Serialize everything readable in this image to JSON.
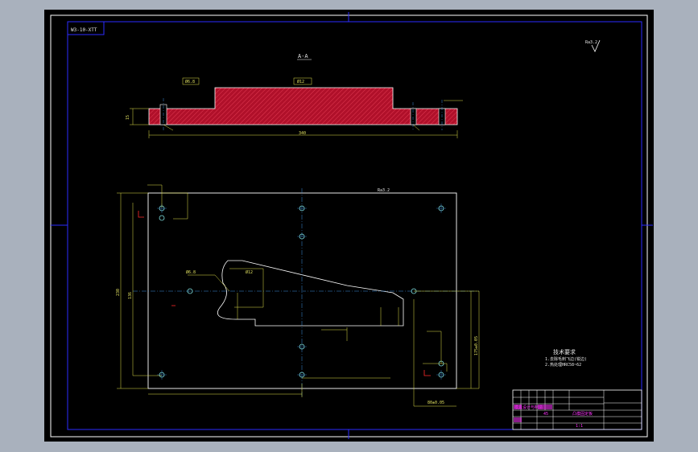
{
  "colors": {
    "background": "#a9b1bd",
    "sheet": "#000000",
    "frame": "#2d2dff",
    "outline": "#ffffff",
    "dimension": "#dede4a",
    "center_line": "#3c8fe0",
    "hatch": "#c8102e",
    "title_text": "#ff33ff"
  },
  "drawing": {
    "stamp": "W3-10-XTT",
    "section_label": "A-A",
    "roughness_mark": "Ra3.2",
    "dims": {
      "thickness": "15",
      "overall_length": "340",
      "overall_width": "230",
      "height": "136",
      "hole_dim_a": "Ø6.8",
      "hole_dim_b": "Ø12",
      "right_dim": "175±0.05",
      "bottom_dim": "80±0.05"
    },
    "notes": {
      "heading": "技术要求",
      "line1": "1.去除毛刺飞边(锐边)",
      "line2": "2.热处理HRC58~62"
    }
  },
  "title_block": {
    "name_line": "模具设计与制造",
    "part_label": "凸模固定板",
    "material": "45",
    "scale": "1:1"
  }
}
